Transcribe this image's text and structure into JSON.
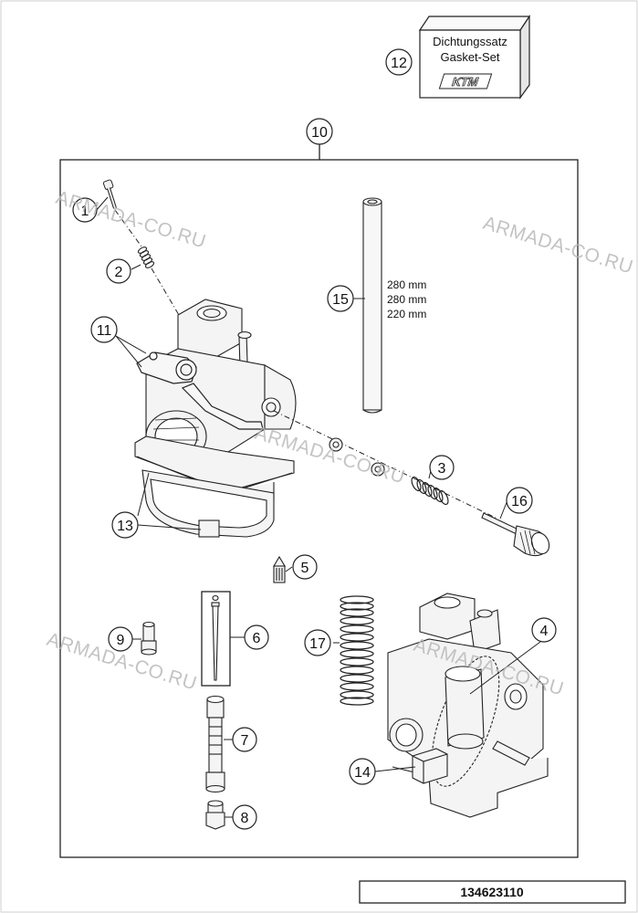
{
  "gasket_box": {
    "line1": "Dichtungssatz",
    "line2": "Gasket-Set",
    "logo": "KTM"
  },
  "spec_lengths": [
    "280 mm",
    "280 mm",
    "220 mm"
  ],
  "callouts": [
    "1",
    "2",
    "3",
    "4",
    "5",
    "6",
    "7",
    "8",
    "9",
    "10",
    "11",
    "12",
    "13",
    "14",
    "15",
    "16",
    "17"
  ],
  "watermark": "ARMADA-CO.RU",
  "part_number": "134623110",
  "colors": {
    "line": "#222222",
    "part_fill": "#f2f2f2",
    "watermark": "#b9b9b9"
  }
}
